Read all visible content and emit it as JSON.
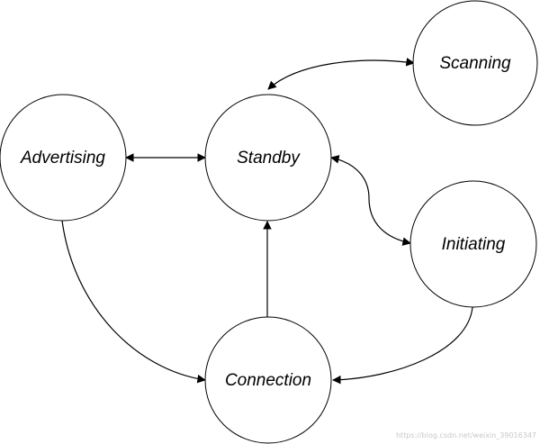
{
  "states": {
    "standby": "Standby",
    "scanning": "Scanning",
    "advertising": "Advertising",
    "initiating": "Initiating",
    "connection": "Connection"
  },
  "watermark": "https://blog.csdn.net/weixin_39016347"
}
